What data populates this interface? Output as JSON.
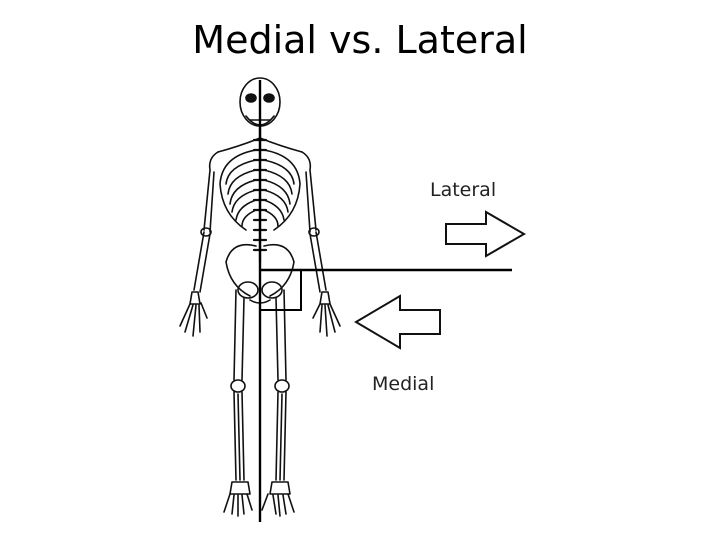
{
  "slide": {
    "title": "Medial vs. Lateral"
  },
  "diagram": {
    "lateral_label": "Lateral",
    "medial_label": "Medial",
    "lateral_arrow_direction": "right",
    "medial_arrow_direction": "left"
  }
}
